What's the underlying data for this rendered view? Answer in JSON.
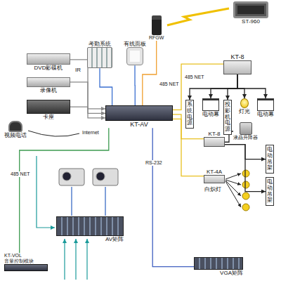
{
  "diagram": {
    "nodes": [
      {
        "text": [
          "ST-960"
        ]
      },
      {
        "text": [
          "RFGW"
        ]
      },
      {
        "text": [
          "考勤系统"
        ]
      },
      {
        "text": [
          "有线面板"
        ]
      },
      {
        "text": [
          "DVD影碟机"
        ]
      },
      {
        "text": [
          "录像机"
        ]
      },
      {
        "text": [
          "卡座"
        ]
      },
      {
        "text": [
          "视频电话"
        ]
      },
      {
        "text": [
          "KT-AV"
        ]
      },
      {
        "text": [
          "KT-8"
        ]
      },
      {
        "text": [
          "系统电源"
        ]
      },
      {
        "text": [
          "电动幕"
        ]
      },
      {
        "text": [
          "投影机电源"
        ]
      },
      {
        "text": [
          "灯光"
        ]
      },
      {
        "text": [
          "电动幕"
        ]
      },
      {
        "text": [
          "KT-8"
        ]
      },
      {
        "text": [
          "液晶升降器"
        ]
      },
      {
        "text": [
          "电动吊架"
        ]
      },
      {
        "text": [
          "电动吊架"
        ]
      },
      {
        "text": [
          "KT-4A"
        ]
      },
      {
        "text": [
          "AV矩阵"
        ]
      },
      {
        "text": [
          "KT-VOL",
          "音量控制模块"
        ]
      },
      {
        "text": [
          "VGA矩阵"
        ]
      }
    ],
    "edges": [
      {
        "from": 8,
        "to": 9,
        "label": "485 NET",
        "arrow": "none"
      },
      {
        "from": 8,
        "to": 1,
        "arrow": "none"
      },
      {
        "from": 2,
        "to": 8,
        "arrow": "none"
      },
      {
        "from": 3,
        "to": 8,
        "arrow": "none"
      },
      {
        "from": 4,
        "to": 8,
        "arrow": "to"
      },
      {
        "from": 5,
        "to": 8,
        "arrow": "to"
      },
      {
        "from": 6,
        "to": 8,
        "arrow": "to"
      },
      {
        "from": 9,
        "to": 10,
        "arrow": "to"
      },
      {
        "from": 9,
        "to": 11,
        "arrow": "to"
      },
      {
        "from": 9,
        "to": 12,
        "arrow": "to"
      },
      {
        "from": 9,
        "to": 13,
        "arrow": "to"
      },
      {
        "from": 9,
        "to": 14,
        "arrow": "to"
      },
      {
        "from": 8,
        "to": 15,
        "arrow": "none"
      },
      {
        "from": 8,
        "to": 19,
        "arrow": "none"
      },
      {
        "from": 15,
        "to": 16,
        "arrow": "none"
      },
      {
        "from": 15,
        "to": 17,
        "arrow": "to"
      },
      {
        "from": 15,
        "to": 18,
        "arrow": "to"
      },
      {
        "from": 8,
        "to": 22,
        "label": "RS-232",
        "arrow": "none"
      },
      {
        "from": 8,
        "to": 21,
        "label": "485 NET",
        "arrow": "none"
      }
    ],
    "labels": [
      "IR",
      "Internet",
      "485 NET",
      "白炽灯"
    ]
  }
}
